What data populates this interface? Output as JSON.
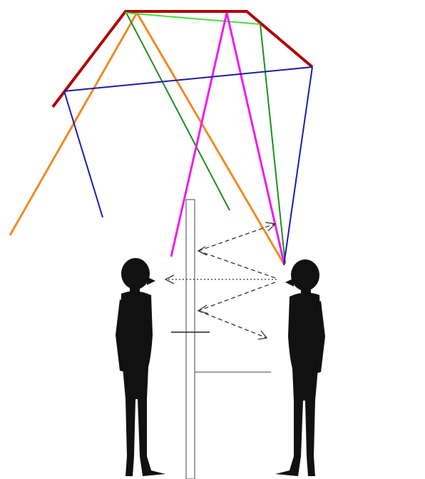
{
  "colors": {
    "background": "#ffffff",
    "ceiling": "#b00000",
    "orange": "#f28a22",
    "green": "#1e8f1e",
    "lime": "#44e03c",
    "magenta": "#f01cf0",
    "blue": "#1c1ca8",
    "arrows": "#333333",
    "figures": "#111111",
    "barrier": "#444444"
  },
  "icons": {
    "left_figure": "standing-person-facing-right",
    "right_figure": "standing-person-facing-left",
    "arrow_head": "open-arrowhead"
  }
}
